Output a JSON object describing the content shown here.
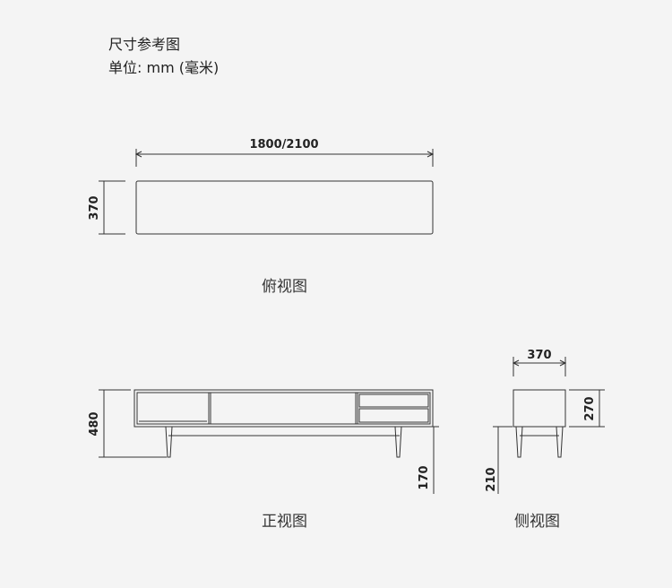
{
  "header": {
    "title": "尺寸参考图",
    "unit": "单位: mm (毫米)"
  },
  "views": {
    "top": {
      "caption": "俯视图",
      "width_label": "1800/2100",
      "depth_label": "370"
    },
    "front": {
      "caption": "正视图",
      "height_label": "480",
      "leg_label": "170"
    },
    "side": {
      "caption": "侧视图",
      "depth_label": "370",
      "body_label": "270",
      "leg_label": "210"
    }
  },
  "colors": {
    "background": "#f4f4f4",
    "line": "#333333",
    "cabinet_fill": "#f4f4f4"
  }
}
